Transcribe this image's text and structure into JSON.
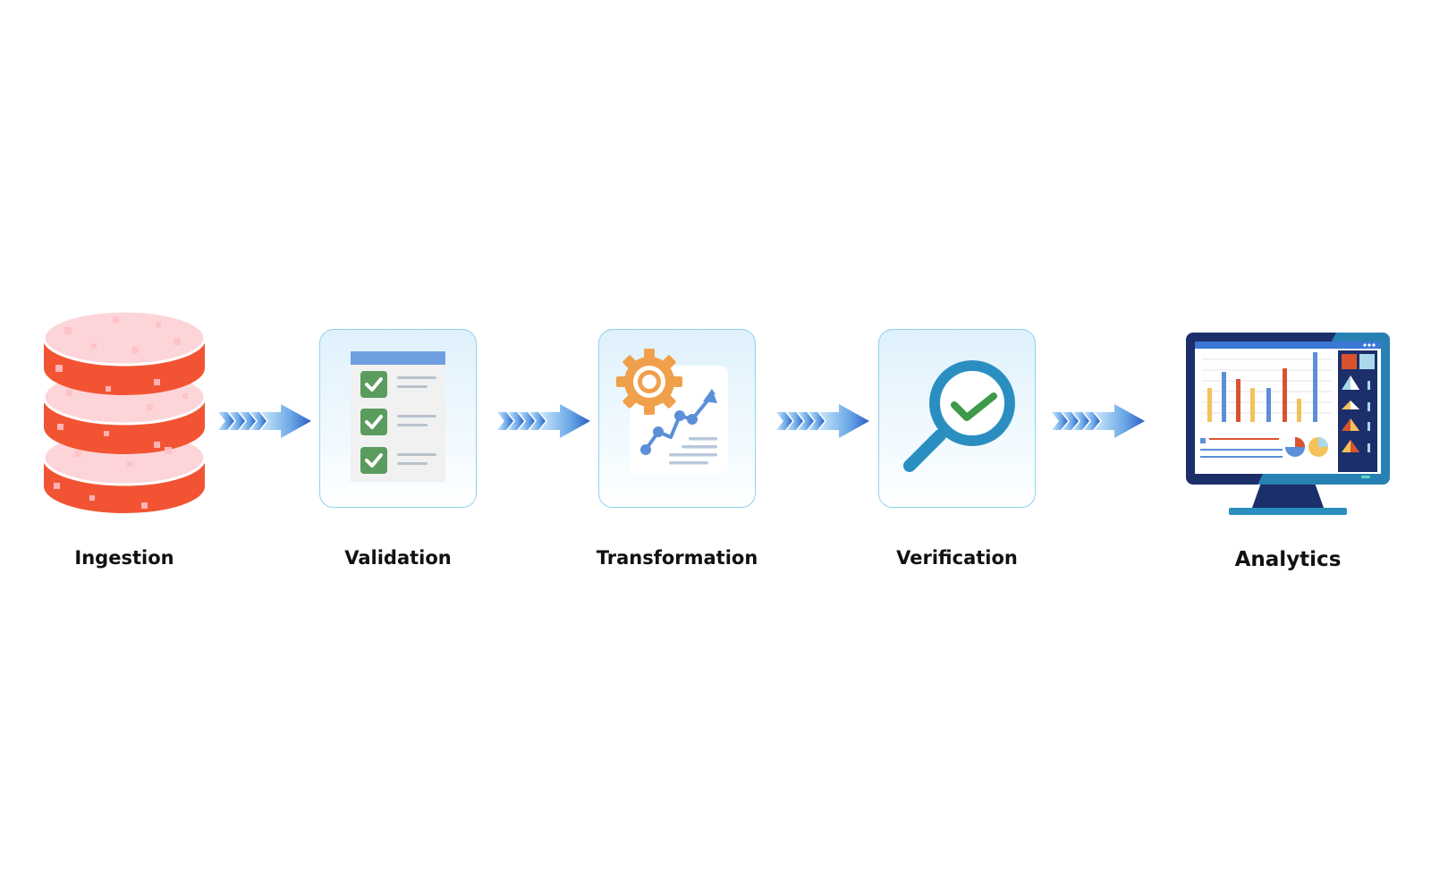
{
  "steps": [
    {
      "id": "ingestion",
      "label": "Ingestion",
      "icon": "database-icon"
    },
    {
      "id": "validation",
      "label": "Validation",
      "icon": "checklist-icon"
    },
    {
      "id": "transformation",
      "label": "Transformation",
      "icon": "gear-chart-icon"
    },
    {
      "id": "verification",
      "label": "Verification",
      "icon": "magnifier-check-icon"
    },
    {
      "id": "analytics",
      "label": "Analytics",
      "icon": "monitor-dashboard-icon"
    }
  ],
  "colors": {
    "database_red": "#f25433",
    "database_pink": "#fdd5d8",
    "arrow_blue": "#2f6fd0",
    "card_border": "#8fd3ee",
    "check_green": "#5a9b5e",
    "gear_orange": "#f0a04b",
    "magnifier_blue": "#2a8fc0",
    "monitor_navy": "#1c2f6b"
  }
}
